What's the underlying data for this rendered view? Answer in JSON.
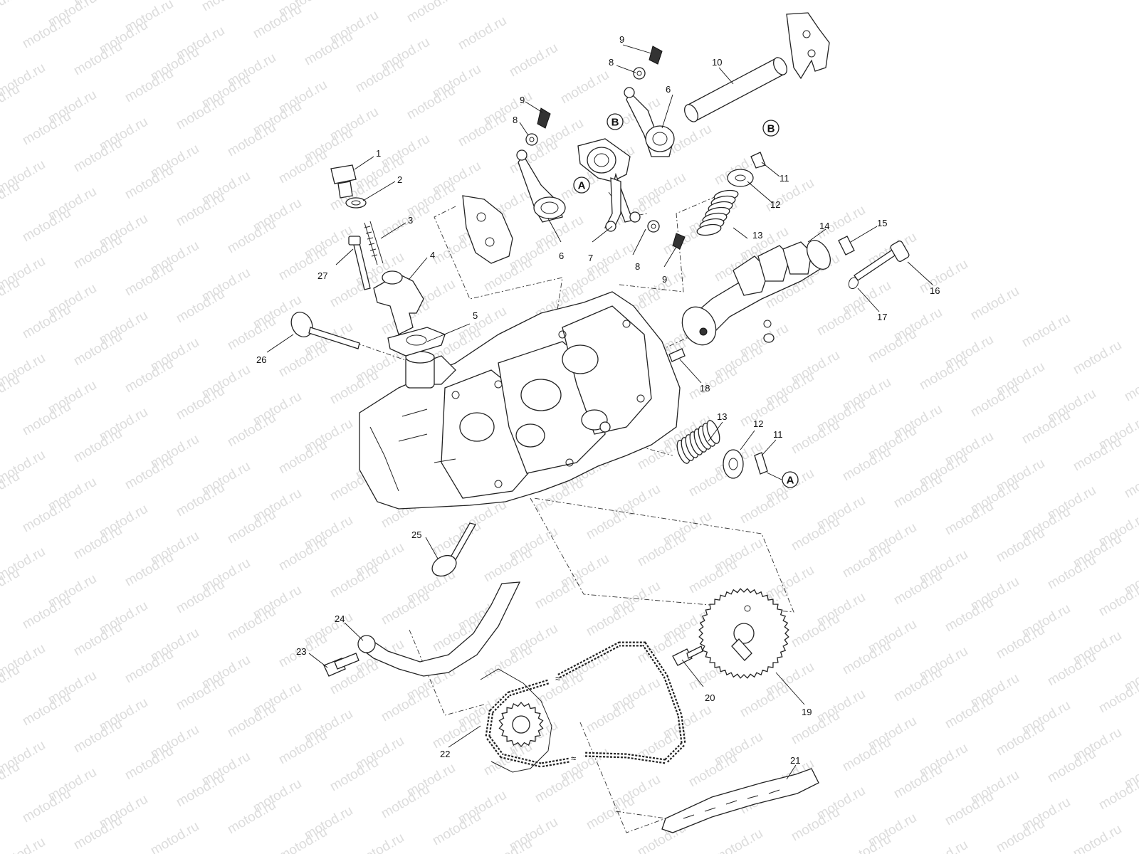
{
  "watermark": "motod.ru",
  "callouts": [
    {
      "id": "c1",
      "text": "1"
    },
    {
      "id": "c2",
      "text": "2"
    },
    {
      "id": "c3",
      "text": "3"
    },
    {
      "id": "c4",
      "text": "4"
    },
    {
      "id": "c5",
      "text": "5"
    },
    {
      "id": "c6a",
      "text": "6"
    },
    {
      "id": "c6b",
      "text": "6"
    },
    {
      "id": "c7",
      "text": "7"
    },
    {
      "id": "c8a",
      "text": "8"
    },
    {
      "id": "c8b",
      "text": "8"
    },
    {
      "id": "c8c",
      "text": "8"
    },
    {
      "id": "c9a",
      "text": "9"
    },
    {
      "id": "c9b",
      "text": "9"
    },
    {
      "id": "c9c",
      "text": "9"
    },
    {
      "id": "c10",
      "text": "10"
    },
    {
      "id": "c11a",
      "text": "11"
    },
    {
      "id": "c11b",
      "text": "11"
    },
    {
      "id": "c12a",
      "text": "12"
    },
    {
      "id": "c12b",
      "text": "12"
    },
    {
      "id": "c13a",
      "text": "13"
    },
    {
      "id": "c13b",
      "text": "13"
    },
    {
      "id": "c14",
      "text": "14"
    },
    {
      "id": "c15",
      "text": "15"
    },
    {
      "id": "c16",
      "text": "16"
    },
    {
      "id": "c17",
      "text": "17"
    },
    {
      "id": "c18",
      "text": "18"
    },
    {
      "id": "c19",
      "text": "19"
    },
    {
      "id": "c20",
      "text": "20"
    },
    {
      "id": "c21",
      "text": "21"
    },
    {
      "id": "c22",
      "text": "22"
    },
    {
      "id": "c23",
      "text": "23"
    },
    {
      "id": "c24",
      "text": "24"
    },
    {
      "id": "c25",
      "text": "25"
    },
    {
      "id": "c26",
      "text": "26"
    },
    {
      "id": "c27",
      "text": "27"
    }
  ],
  "reference_markers": [
    {
      "id": "rA1",
      "text": "A"
    },
    {
      "id": "rA2",
      "text": "A"
    },
    {
      "id": "rB1",
      "text": "B"
    },
    {
      "id": "rB2",
      "text": "B"
    }
  ]
}
